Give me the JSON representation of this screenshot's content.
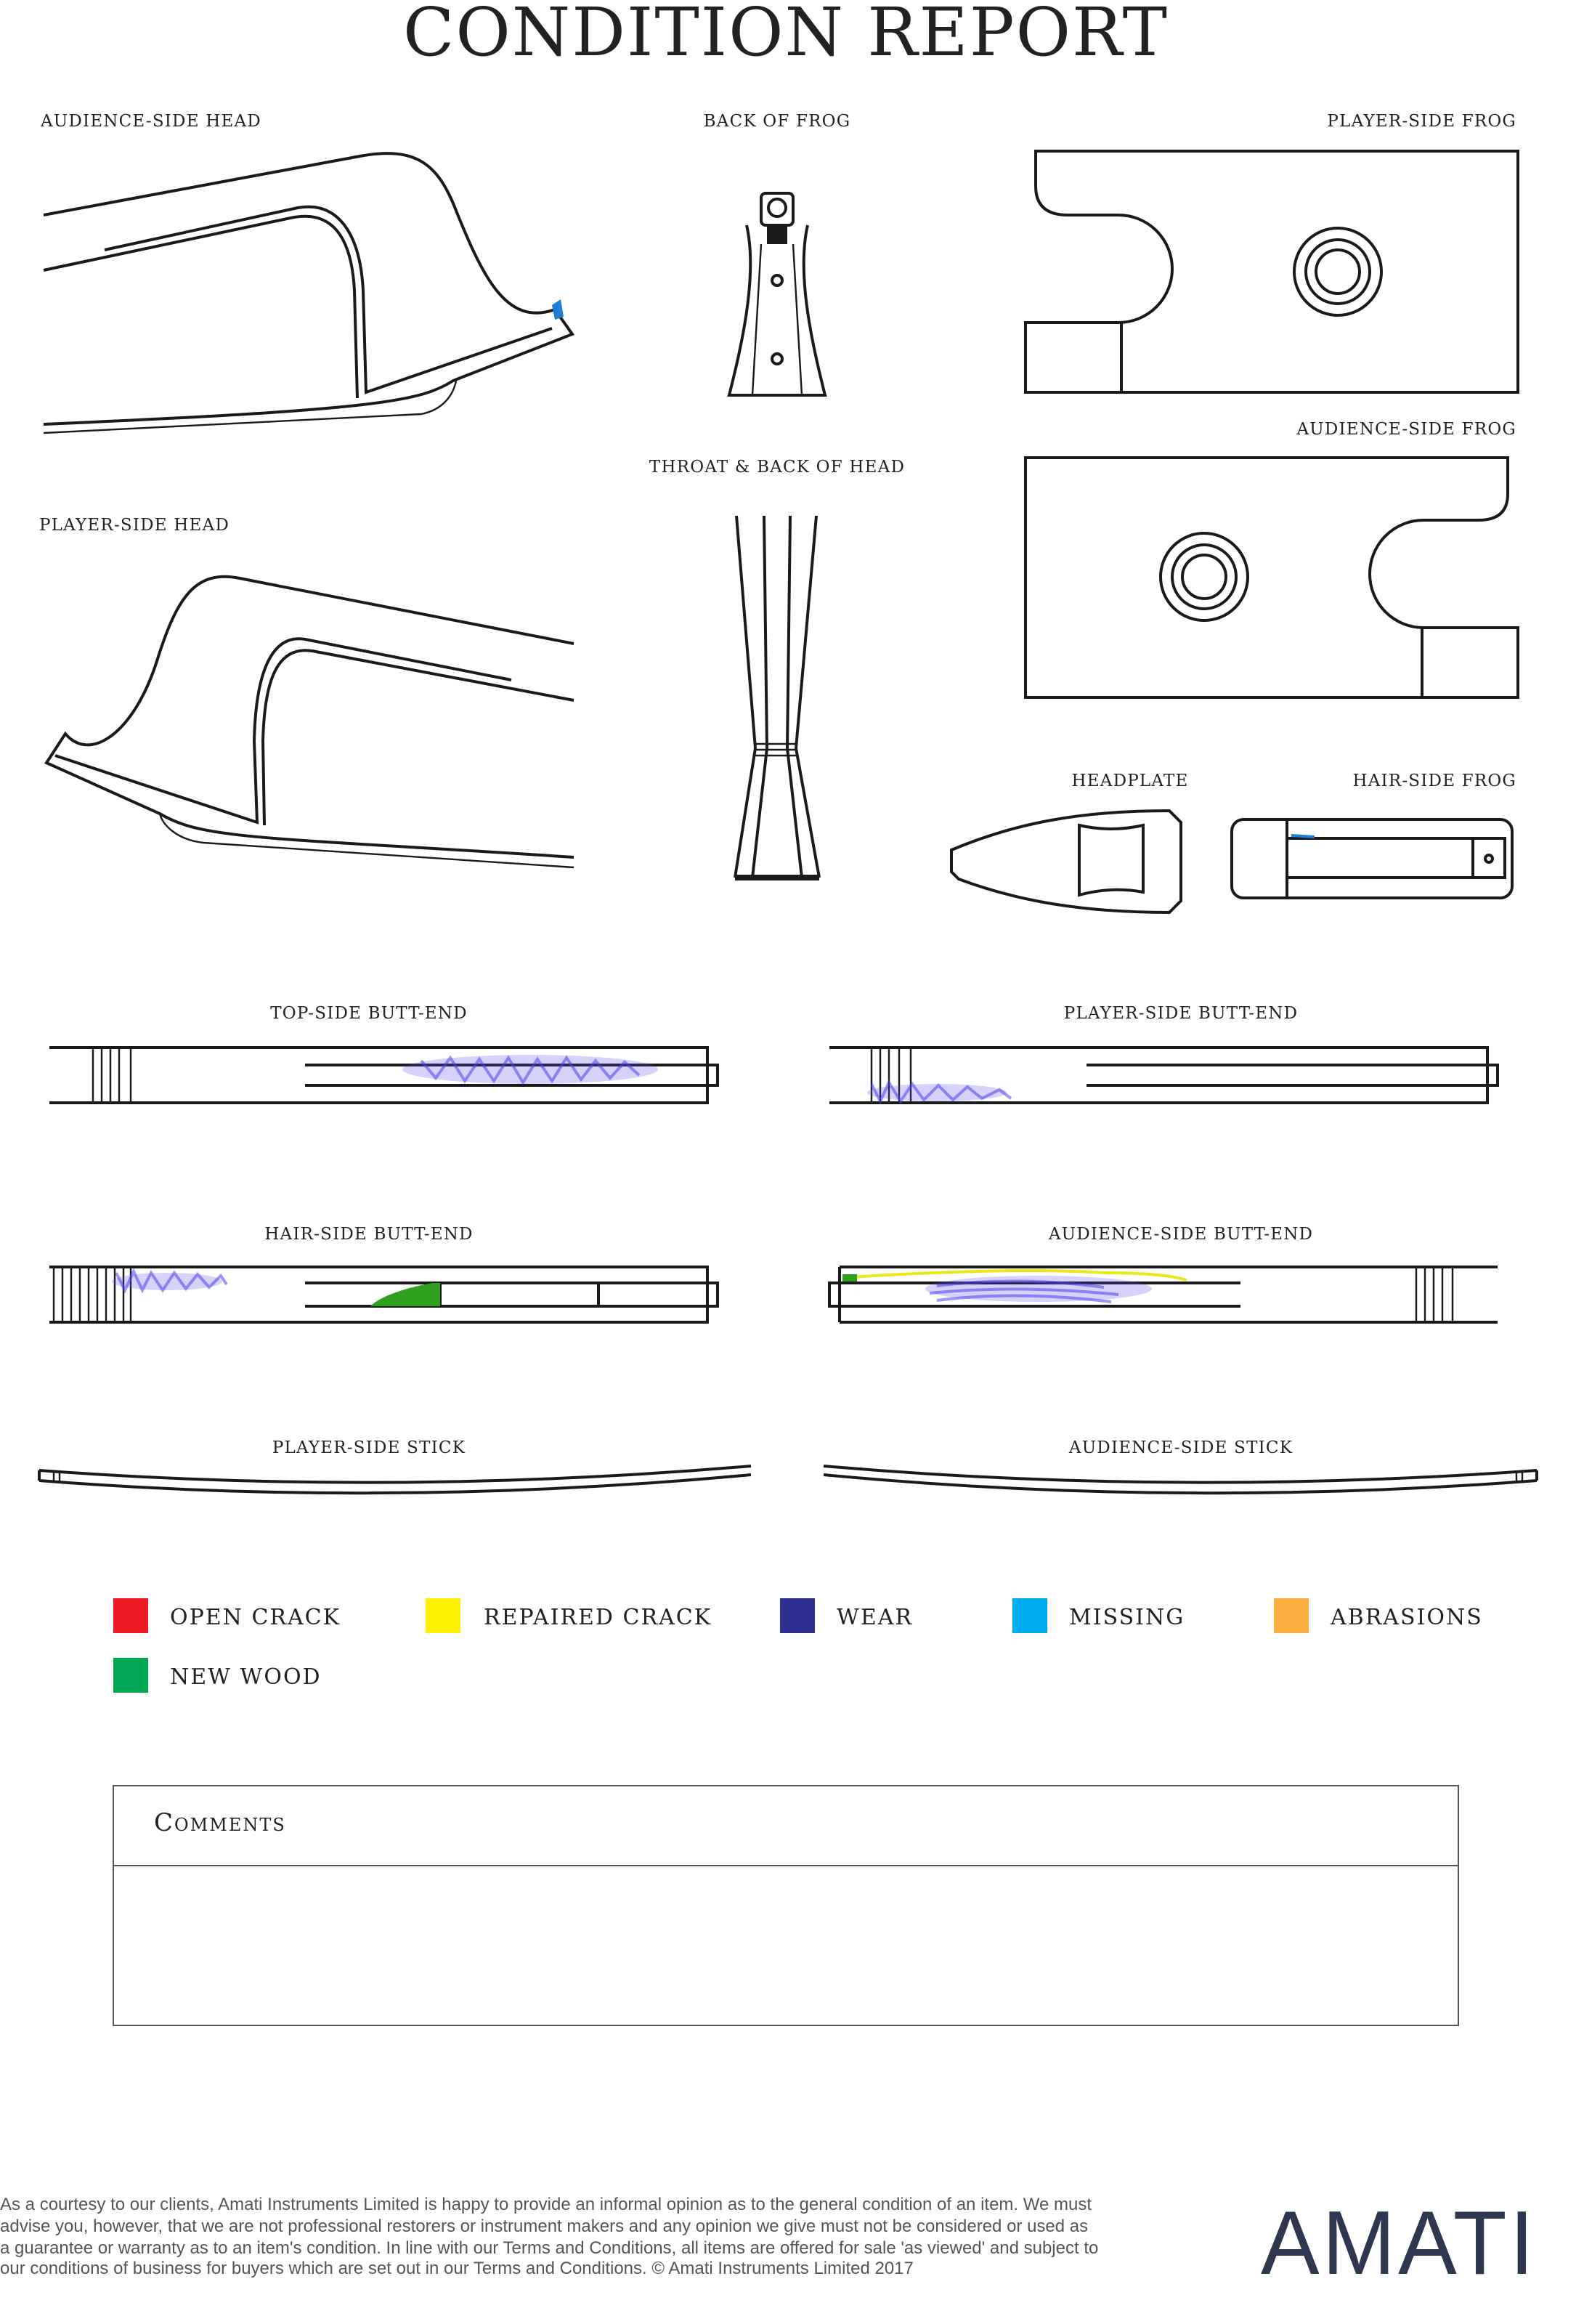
{
  "title": "CONDITION REPORT",
  "views": {
    "audience_side_head": "AUDIENCE-SIDE HEAD",
    "back_of_frog": "BACK OF FROG",
    "player_side_frog": "PLAYER-SIDE FROG",
    "audience_side_frog": "AUDIENCE-SIDE FROG",
    "throat_back_of_head": "THROAT & BACK OF HEAD",
    "player_side_head": "PLAYER-SIDE HEAD",
    "headplate": "HEADPLATE",
    "hair_side_frog": "HAIR-SIDE FROG",
    "top_side_butt_end": "TOP-SIDE BUTT-END",
    "player_side_butt_end": "PLAYER-SIDE BUTT-END",
    "hair_side_butt_end": "HAIR-SIDE BUTT-END",
    "audience_side_butt_end": "AUDIENCE-SIDE BUTT-END",
    "player_side_stick": "PLAYER-SIDE STICK",
    "audience_side_stick": "AUDIENCE-SIDE STICK"
  },
  "legend": [
    {
      "label": "OPEN CRACK",
      "color": "#ed1c24"
    },
    {
      "label": "REPAIRED CRACK",
      "color": "#fff200"
    },
    {
      "label": "WEAR",
      "color": "#2e3192"
    },
    {
      "label": "MISSING",
      "color": "#00aeef"
    },
    {
      "label": "ABRASIONS",
      "color": "#fbb040"
    },
    {
      "label": "NEW WOOD",
      "color": "#00a651"
    }
  ],
  "comments": {
    "heading": "Comments",
    "value": ""
  },
  "footer": {
    "lines": [
      "As a courtesy to our clients, Amati Instruments Limited is happy to provide an informal opinion as to the general condition of an item. We must",
      "advise you, however, that we are not professional restorers or instrument makers and any opinion we give must not be considered or used as",
      "a guarantee or warranty as to an item's condition. In line with our Terms and Conditions, all items are offered for sale 'as viewed' and subject to",
      "our conditions of business for buyers which are set out in our Terms and Conditions. © Amati Instruments Limited 2017"
    ],
    "logo": "AMATI"
  }
}
